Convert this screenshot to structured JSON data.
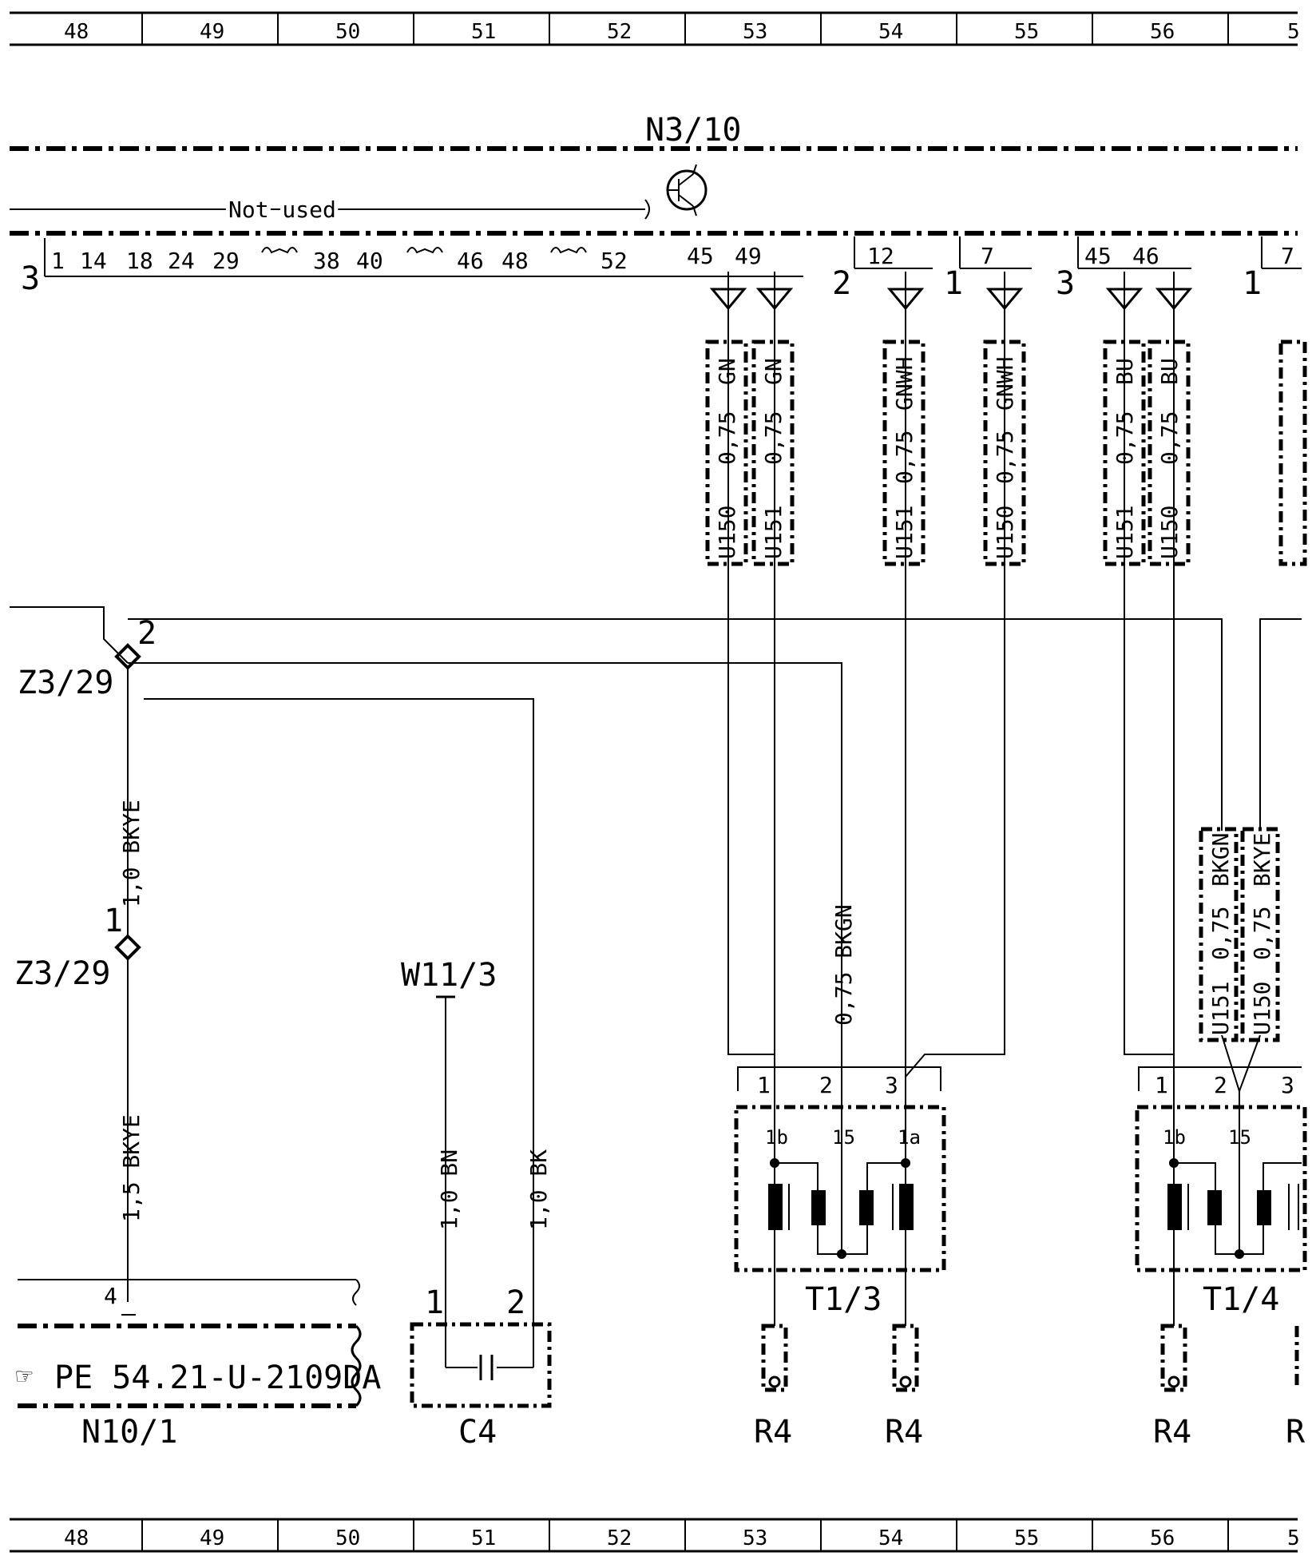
{
  "grid_columns": [
    "48",
    "49",
    "50",
    "51",
    "52",
    "53",
    "54",
    "55",
    "56",
    "5"
  ],
  "module": {
    "name": "N3/10",
    "not_used": "Not used",
    "pin_group": [
      "1",
      "14",
      "18",
      "24",
      "29",
      "38",
      "40",
      "46",
      "48",
      "52"
    ],
    "connector_3": "3",
    "connector_2": "2",
    "connector_1": "1",
    "connector_3b": "3",
    "connector_1b": "1",
    "pins_a": [
      "45",
      "49"
    ],
    "pins_b": [
      "12"
    ],
    "pins_c": [
      "7"
    ],
    "pins_d": [
      "45",
      "46"
    ],
    "pins_e": [
      "7"
    ]
  },
  "wires_top": [
    {
      "color": "GN",
      "size": "0,75",
      "code": "U150"
    },
    {
      "color": "GN",
      "size": "0,75",
      "code": "U151"
    },
    {
      "color": "GNWH",
      "size": "0,75",
      "code": "U151"
    },
    {
      "color": "GNWH",
      "size": "0,75",
      "code": "U150"
    },
    {
      "color": "BU",
      "size": "0,75",
      "code": "U151"
    },
    {
      "color": "BU",
      "size": "0,75",
      "code": "U150"
    }
  ],
  "wires_mid": [
    {
      "color": "BKGN",
      "size": "0,75",
      "code": "U151"
    },
    {
      "color": "BKYE",
      "size": "0,75",
      "code": "U150"
    }
  ],
  "junction": {
    "name_top": "Z3/29",
    "pin_top": "2",
    "name_bottom": "Z3/29",
    "pin_bottom": "1"
  },
  "wire_z_upper": {
    "label": "1,0 BKYE"
  },
  "wire_z_lower": {
    "label": "1,5 BKYE"
  },
  "wire_bkgn_single": {
    "label": "0,75 BKGN"
  },
  "ground": {
    "name": "W11/3"
  },
  "wire_bn": {
    "label": "1,0 BN"
  },
  "wire_bk": {
    "label": "1,0 BK"
  },
  "ref_box": {
    "pin": "4",
    "text": "PE 54.21-U-2109DA",
    "name": "N10/1"
  },
  "capacitor": {
    "name": "C4",
    "pin1": "1",
    "pin2": "2"
  },
  "coil_a": {
    "name": "T1/3",
    "pins": [
      "1",
      "2",
      "3"
    ],
    "terms": [
      "1b",
      "15",
      "1a"
    ]
  },
  "coil_b": {
    "name": "T1/4",
    "pins": [
      "1",
      "2",
      "3"
    ],
    "terms": [
      "1b",
      "15"
    ]
  },
  "plugs": [
    "R4",
    "R4",
    "R4",
    "R"
  ]
}
